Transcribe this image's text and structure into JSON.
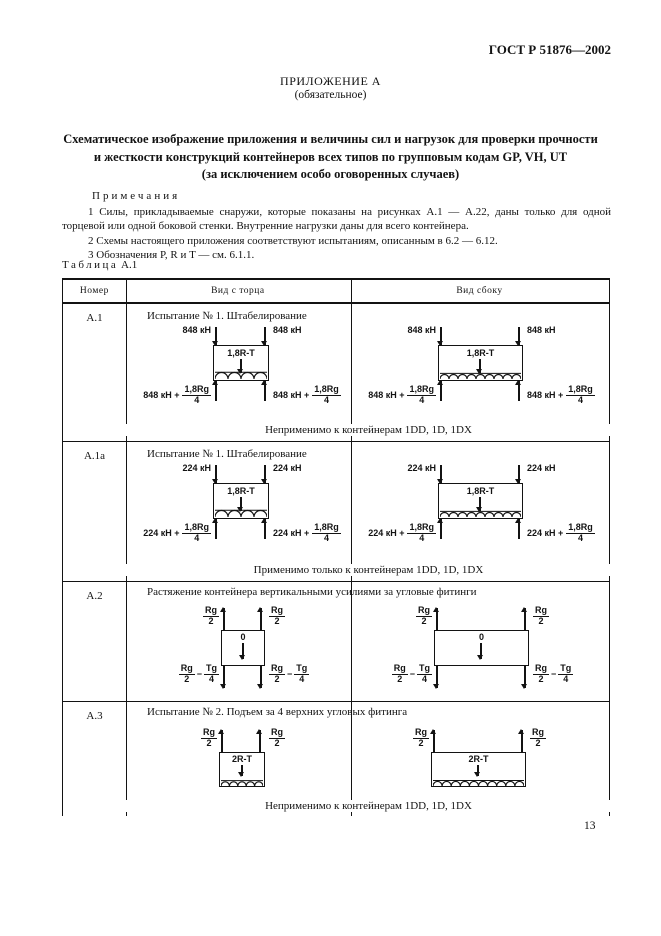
{
  "page": {
    "doc_number": "ГОСТ Р 51876—2002",
    "appendix": "ПРИЛОЖЕНИЕ А",
    "appendix_note": "(обязательное)",
    "title1": "Схематическое изображение приложения и величины сил и нагрузок для проверки прочности",
    "title2": "и жесткости конструкций контейнеров всех типов по групповым кодам GP, VH, UT",
    "title3": "(за исключением особо оговоренных случаев)",
    "page_number": "13"
  },
  "notes": {
    "heading": "Примечания",
    "item1": "1 Силы, прикладываемые снаружи, которые показаны на рисунках А.1 — А.22, даны только для одной торцевой или одной боковой стенки. Внутренние нагрузки даны для всего контейнера.",
    "item2": "2 Схемы настоящего приложения соответствуют испытаниям, описанным в 6.2 — 6.12.",
    "item3": "3 Обозначения P, R и T — см. 6.1.1."
  },
  "table": {
    "caption_word": "Таблица",
    "caption_num": "А.1",
    "headers": {
      "number": "Номер",
      "end_view": "Вид с торца",
      "side_view": "Вид сбоку"
    },
    "rows": [
      {
        "number": "А.1",
        "title": "Испытание № 1. Штабелирование",
        "top_force": "848 кН",
        "inner_force": "1,8R-T",
        "bottom_prefix": "848 кН +",
        "bottom_frac_num": "1,8Rg",
        "bottom_frac_den": "4",
        "caption": "Неприменимо к контейнерам 1DD, 1D, 1DX"
      },
      {
        "number": "А.1а",
        "title": "Испытание № 1. Штабелирование",
        "top_force": "224 кН",
        "inner_force": "1,8R-T",
        "bottom_prefix": "224 кН +",
        "bottom_frac_num": "1,8Rg",
        "bottom_frac_den": "4",
        "caption": "Применимо только к контейнерам 1DD, 1D, 1DX"
      },
      {
        "number": "А.2",
        "title": "Растяжение контейнера вертикальными усилиями за угловые фитинги",
        "top_frac_num": "Rg",
        "top_frac_den": "2",
        "inner_force": "0",
        "bottom_frac1_num": "Rg",
        "bottom_frac1_den": "2",
        "minus": "−",
        "bottom_frac2_num": "Tg",
        "bottom_frac2_den": "4"
      },
      {
        "number": "А.3",
        "title": "Испытание № 2. Подъем за 4 верхних угловых фитинга",
        "top_frac_num": "Rg",
        "top_frac_den": "2",
        "inner_force": "2R-T",
        "caption": "Неприменимо к контейнерам 1DD, 1D, 1DX"
      }
    ]
  }
}
